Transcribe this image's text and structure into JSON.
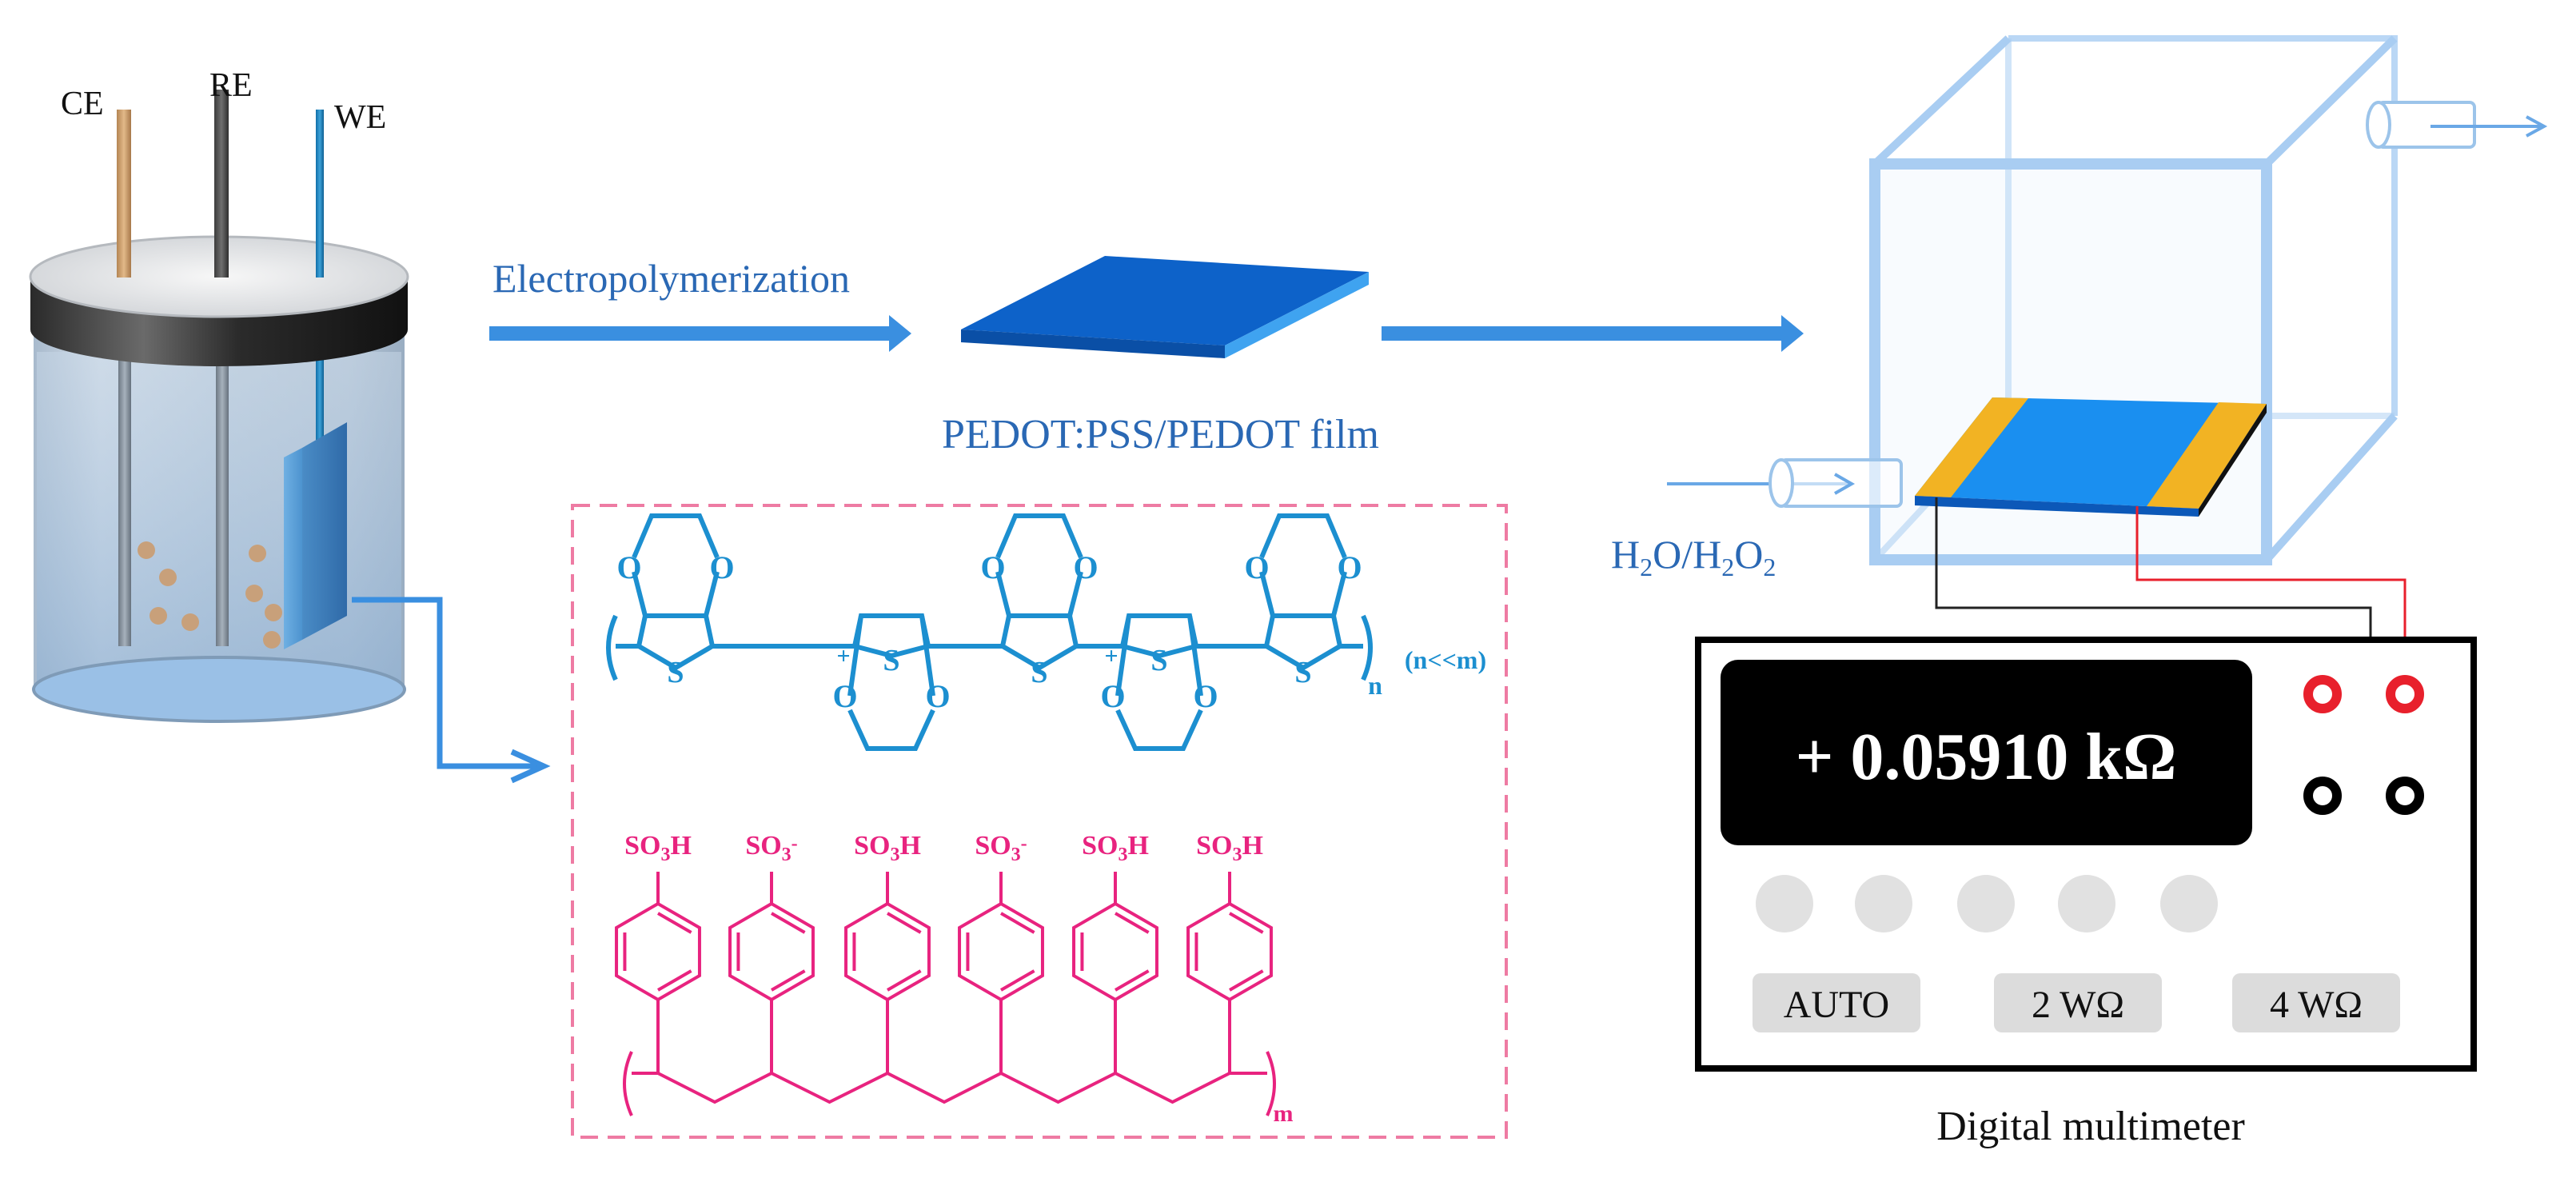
{
  "cell": {
    "electrodes": {
      "ce": "CE",
      "re": "RE",
      "we": "WE"
    }
  },
  "process": {
    "step_label": "Electropolymerization",
    "film_label": "PEDOT:PSS/PEDOT film"
  },
  "chamber": {
    "gas_label_parts": [
      "H",
      "2",
      "O/H",
      "2",
      "O",
      "2"
    ]
  },
  "structure": {
    "pedot": {
      "oxygen": "O",
      "sulfur": "S",
      "plus": "+",
      "subscript_n": "n",
      "ratio_note": "(n<<m)"
    },
    "pss": {
      "groups": [
        {
          "base": "SO",
          "sub": "3",
          "tail": "H",
          "sup": ""
        },
        {
          "base": "SO",
          "sub": "3",
          "tail": "",
          "sup": "-"
        },
        {
          "base": "SO",
          "sub": "3",
          "tail": "H",
          "sup": ""
        },
        {
          "base": "SO",
          "sub": "3",
          "tail": "",
          "sup": "-"
        },
        {
          "base": "SO",
          "sub": "3",
          "tail": "H",
          "sup": ""
        },
        {
          "base": "SO",
          "sub": "3",
          "tail": "H",
          "sup": ""
        }
      ],
      "subscript_m": "m"
    }
  },
  "multimeter": {
    "reading": "+ 0.05910 kΩ",
    "buttons": [
      "AUTO",
      "2 WΩ",
      "4 WΩ"
    ],
    "caption": "Digital multimeter"
  },
  "colors": {
    "pedot_blue": "#1c8fd0",
    "pss_pink": "#e8237f",
    "arrow_blue": "#3a8fe0",
    "film_blue": "#0d62c9",
    "film_edge": "#3fa3f0",
    "gold": "#f2b323",
    "dashed_box": "#ee7ba3",
    "chamber_glass": "#a9cdf2",
    "red_terminal": "#e8202c"
  }
}
